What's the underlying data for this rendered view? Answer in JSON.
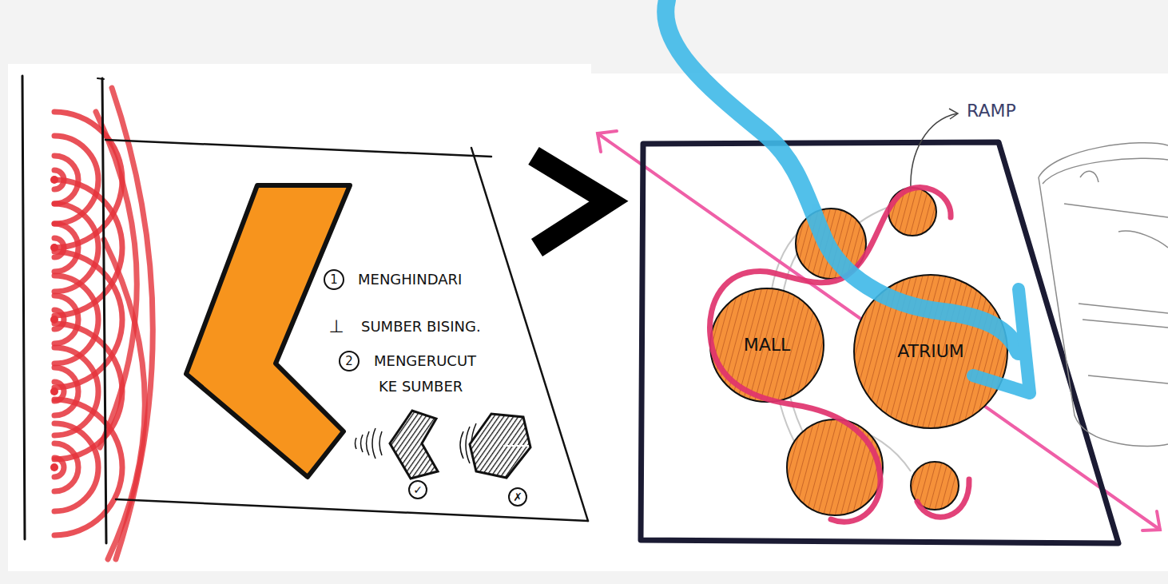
{
  "diagram": {
    "nodes": [
      {
        "text": [
          "MALL"
        ]
      },
      {
        "text": [
          "ATRIUM"
        ]
      }
    ],
    "labels": [
      "1",
      "MENGHINDARI",
      "⊥",
      "SUMBER BISING.",
      "2",
      "MENGERUCUT",
      "KE SUMBER",
      "✓",
      "✗",
      "RAMP"
    ]
  }
}
